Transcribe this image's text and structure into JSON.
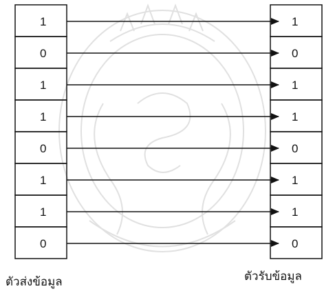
{
  "sender": {
    "label": "ตัวส่งข้อมูล",
    "bits": [
      "1",
      "0",
      "1",
      "1",
      "0",
      "1",
      "1",
      "0"
    ]
  },
  "receiver": {
    "label": "ตัวรับข้อมูล",
    "bits": [
      "1",
      "0",
      "1",
      "1",
      "0",
      "1",
      "1",
      "0"
    ]
  },
  "colors": {
    "line": "#111111",
    "background": "#ffffff",
    "watermark": "#bdbdbd"
  }
}
